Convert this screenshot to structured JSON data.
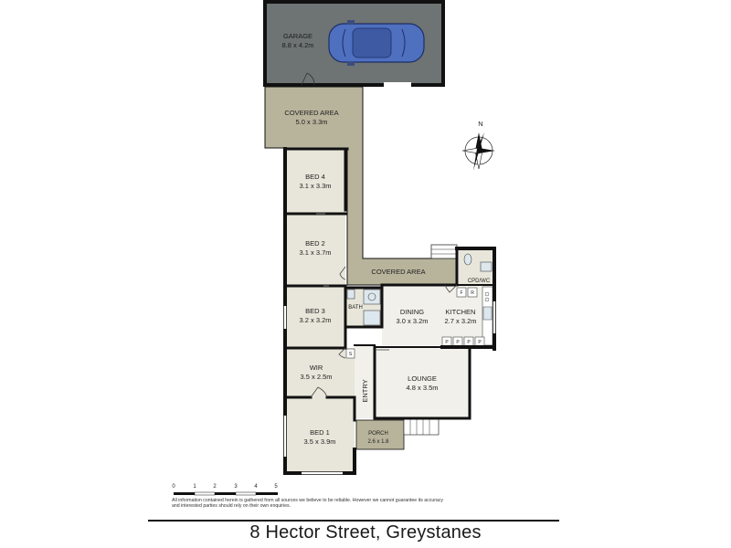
{
  "rooms": {
    "garage": {
      "name": "GARAGE",
      "dims": "8.8 x 4.2m"
    },
    "covered_area_top": {
      "name": "COVERED AREA",
      "dims": "5.0 x 3.3m"
    },
    "bed4": {
      "name": "BED 4",
      "dims": "3.1 x 3.3m"
    },
    "bed2": {
      "name": "BED 2",
      "dims": "3.1 x 3.7m"
    },
    "covered_area_mid": {
      "name": "COVERED AREA"
    },
    "cpd_wc": {
      "name": "CPD/WC"
    },
    "bed3": {
      "name": "BED 3",
      "dims": "3.2 x 3.2m"
    },
    "bath": {
      "name": "BATH"
    },
    "dining": {
      "name": "DINING",
      "dims": "3.0 x 3.2m"
    },
    "kitchen": {
      "name": "KITCHEN",
      "dims": "2.7 x 3.2m"
    },
    "wir": {
      "name": "WIR",
      "dims": "3.5 x 2.5m"
    },
    "entry": {
      "name": "ENTRY"
    },
    "lounge": {
      "name": "LOUNGE",
      "dims": "4.8 x 3.5m"
    },
    "bed1": {
      "name": "BED 1",
      "dims": "3.5 x 3.9m"
    },
    "porch": {
      "name": "PORCH",
      "dims": "2.6 x 1.8"
    }
  },
  "fixtures": {
    "fridge": "F",
    "refrigerator": "R",
    "pantry": "P",
    "storage": "S"
  },
  "compass": {
    "label": "N"
  },
  "scale": {
    "ticks": [
      "0",
      "1",
      "2",
      "3",
      "4",
      "5"
    ]
  },
  "disclaimer": "All information contained herein is gathered from all sources we believe to be reliable. However we cannot guarantee its accuracy and interested parties should rely on their own enquiries.",
  "address": "8 Hector Street, Greystanes",
  "colors": {
    "room_fill": "#e8e6da",
    "living_fill": "#f1f0ea",
    "covered_fill": "#b8b49c",
    "garage_fill": "#6e7373",
    "wall": "#111111",
    "car": "#4f6fbf"
  }
}
